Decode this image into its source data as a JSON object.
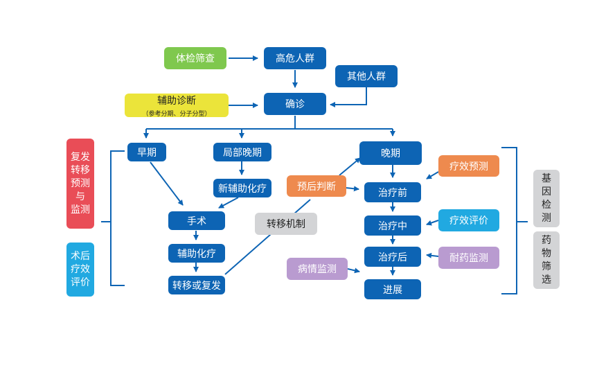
{
  "nodes": {
    "physical_exam": "体检筛查",
    "high_risk": "高危人群",
    "other_population": "其他人群",
    "aux_diag": "辅助诊断",
    "aux_diag_sub": "（参考分期、分子分型）",
    "confirm": "确诊",
    "early": "早期",
    "locally_advanced": "局部晚期",
    "late": "晚期",
    "neoadjuvant": "新辅助化疗",
    "surgery": "手术",
    "adjuvant": "辅助化疗",
    "metastasis_recurrence": "转移或复发",
    "metastasis_mechanism": "转移机制",
    "prognosis": "预后判断",
    "before_treatment": "治疗前",
    "during_treatment": "治疗中",
    "after_treatment": "治疗后",
    "progression": "进展",
    "disease_monitoring": "病情监测",
    "efficacy_prediction": "疗效预测",
    "efficacy_evaluation": "疗效评价",
    "resistance_monitoring": "耐药监测"
  },
  "side_left": {
    "recurrence": [
      "复发",
      "转移",
      "预测",
      "与",
      "监测"
    ],
    "postop": [
      "术后",
      "疗效",
      "评价"
    ]
  },
  "side_right": {
    "gene_detection": [
      "基",
      "因",
      "检",
      "测"
    ],
    "drug_screening": [
      "药",
      "物",
      "筛",
      "选"
    ]
  },
  "colors": {
    "blue": "#0d64b4",
    "green": "#7fc84e",
    "yellow": "#ebe43a",
    "orange": "#ee8a4e",
    "gray": "#d3d4d6",
    "cyan": "#21a9e1",
    "purple": "#b99bd0",
    "red": "#e94d57"
  }
}
